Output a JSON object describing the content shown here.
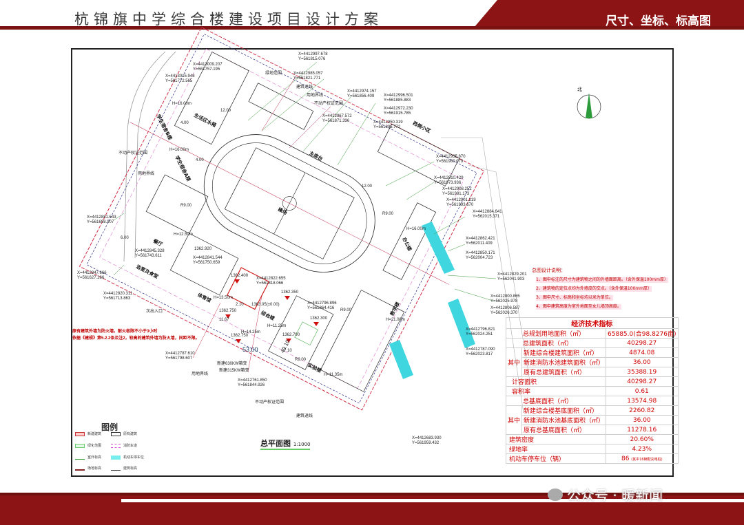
{
  "header": {
    "title": "杭锦旗中学综合楼建设项目设计方案",
    "section": "尺寸、坐标、标高图"
  },
  "plan": {
    "title": "总平面图",
    "scale": "1:1000",
    "north": "北",
    "buildings": {
      "canteen": "餐厅",
      "gym": "体育馆",
      "complex": "综合楼",
      "lab": "实验楼",
      "teaching": "教学楼",
      "office": "办公楼",
      "dormA": "学生宿舍A楼",
      "dormB": "学生宿舍B楼",
      "stage": "主席台",
      "field": "操场",
      "bath": "浴室及食堂",
      "water": "生活区水箱",
      "neighbor": "西侧小区"
    },
    "heights": {
      "canteen": "H=12.50m",
      "gym": "H=13.50m",
      "complex": "H=14.25m",
      "complex2": "H=11.25m",
      "lab": "H=11.35m",
      "dormA": "H=16.00m",
      "dormB": "H=16.00m",
      "office": "H=16.00m",
      "teaching": "H=21.00m"
    },
    "elevations": [
      "1362.400",
      "1362.350",
      "1362.750",
      "1362.750",
      "1362.300",
      "1362.790",
      "1362.920",
      "1363.05(±0.00)"
    ],
    "dims": [
      "53.00",
      "40.10",
      "12.00",
      "12.00",
      "4.00",
      "4.00",
      "6.00",
      "R9.00",
      "R9.00",
      "R9.00",
      "R9.00",
      "7.10",
      "11.67",
      "2.10"
    ],
    "callouts": [
      "绿地范围",
      "建筑退线",
      "用地界线",
      "不动产权证范围",
      "次出入口",
      "用地界线",
      "不动产权证范围",
      "建筑退线",
      "新建630KW箱变",
      "新建315KW箱变",
      "用地界线",
      "不动产权证范围"
    ],
    "fire_note": "原有建筑外墙为防火墙，耐火极限不小于3小时\n依据《建规》第5.2.2条及注2，较高的建筑外墙为防火墙，间距不限。",
    "coords": [
      "X=4412997.678\nY=561815.076",
      "X=4413009.207\nY=561757.195",
      "X=4413015.948\nY=561772.565",
      "X=4412985.057\nY=561821.771",
      "X=4412974.157\nY=561856.409",
      "X=4412996.501\nY=561885.883",
      "X=4412972.230\nY=561915.785",
      "X=4412967.572\nY=561871.336",
      "X=4412950.319\nY=561895.772",
      "X=4412935.870\nY=561980.079",
      "X=4412910.429\nY=561973.936",
      "X=4412908.252\nY=561981.173",
      "X=4412901.219\nY=561993.670",
      "X=4412884.641\nY=562015.371",
      "X=4412862.421\nY=562011.409",
      "X=4412850.171\nY=562004.723",
      "X=4412829.201\nY=562041.903",
      "X=4412800.865\nY=562025.978",
      "X=4412806.587\nY=562026.370",
      "X=4412796.821\nY=562024.251",
      "X=4412787.090\nY=562023.817",
      "X=4412683.930\nY=561959.432",
      "X=4412881.643\nY=561698.907",
      "X=4412847.666\nY=561627.266",
      "X=4412820.311\nY=561713.863",
      "X=4412845.328\nY=561743.611",
      "X=4412841.544\nY=561750.659",
      "X=4412822.655\nY=561818.066",
      "X=4412796.896\nY=561864.416",
      "X=4412787.610\nY=561798.607",
      "X=4412761.850\nY=561844.926"
    ]
  },
  "notes": {
    "title": "总图设计说明：",
    "items": [
      "1、图中标注的尺寸为建筑物之间的外墙面距离。（含外保温100mm厚）",
      "2、建筑物的定位点均为外墙皮的交点。（含外保温100mm厚）",
      "3、图中尺寸、标高和坐标均以米为单位。",
      "4、图中建筑高度为室外地面至女儿墙顶高度。"
    ]
  },
  "table": {
    "title": "经济技术指标",
    "qizhong": "其中",
    "rows": [
      {
        "label": "总规划用地面积（㎡）",
        "value": "65885.0(合98.8276亩)"
      },
      {
        "label": "总建筑面积（㎡）",
        "value": "40298.27"
      },
      {
        "label": "新建综合楼建筑面积（㎡）",
        "value": "4874.08"
      },
      {
        "label": "新建消防水池建筑面积（㎡）",
        "value": "36.00"
      },
      {
        "label": "原有总建筑面积（㎡）",
        "value": "35388.19"
      },
      {
        "label": "计容面积",
        "value": "40298.27"
      },
      {
        "label": "容积率",
        "value": "0.61"
      },
      {
        "label": "总基底面积（㎡）",
        "value": "13574.98"
      },
      {
        "label": "新建综合楼基底面积（㎡）",
        "value": "2260.82"
      },
      {
        "label": "新建消防水池基底面积（㎡）",
        "value": "36.00"
      },
      {
        "label": "原有总基底面积（㎡）",
        "value": "11278.16"
      },
      {
        "label": "建筑密度",
        "value": "20.60%"
      },
      {
        "label": "绿地率",
        "value": "4.23%"
      },
      {
        "label": "机动车停车位（辆）",
        "value": "86",
        "note": "(其中16辆配充电桩)"
      }
    ]
  },
  "legend": {
    "title": "图例",
    "items": [
      "新建建筑",
      "原有建筑",
      "绿化范围",
      "消防车道",
      "室外标高",
      "机动车停车位",
      "场地标高",
      "建筑标高"
    ]
  },
  "watermark": "公众号 · 暖新闻",
  "colors": {
    "brand": "#8c1414",
    "accent": "#c00000"
  }
}
